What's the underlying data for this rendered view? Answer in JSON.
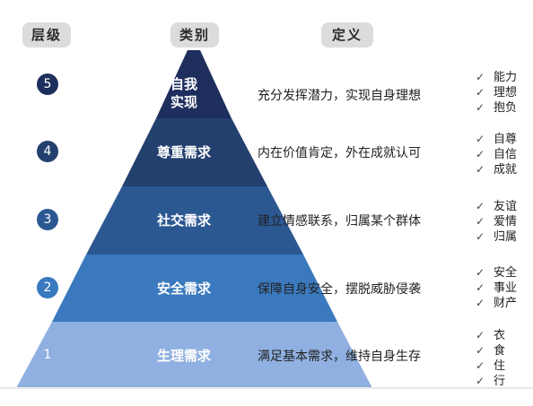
{
  "headers": {
    "level": "层级",
    "category": "类别",
    "definition": "定义"
  },
  "colors": {
    "level5": "#1e2f5e",
    "level4": "#24406f",
    "level3": "#2c5892",
    "level2": "#3a79be",
    "level1": "#8fb0e0",
    "header_bg": "#dcdcdc"
  },
  "levels": [
    {
      "number": "5",
      "category_line1": "自我",
      "category_line2": "实现",
      "definition": "充分发挥潜力，实现自身理想",
      "keywords": [
        "能力",
        "理想",
        "抱负"
      ]
    },
    {
      "number": "4",
      "category_line1": "尊重需求",
      "category_line2": "",
      "definition": "内在价值肯定，外在成就认可",
      "keywords": [
        "自尊",
        "自信",
        "成就"
      ]
    },
    {
      "number": "3",
      "category_line1": "社交需求",
      "category_line2": "",
      "definition": "建立情感联系，归属某个群体",
      "keywords": [
        "友谊",
        "爱情",
        "归属"
      ]
    },
    {
      "number": "2",
      "category_line1": "安全需求",
      "category_line2": "",
      "definition": "保障自身安全，摆脱威胁侵袭",
      "keywords": [
        "安全",
        "事业",
        "财产"
      ]
    },
    {
      "number": "1",
      "category_line1": "生理需求",
      "category_line2": "",
      "definition": "满足基本需求，维持自身生存",
      "keywords": [
        "衣",
        "食",
        "住",
        "行"
      ]
    }
  ]
}
